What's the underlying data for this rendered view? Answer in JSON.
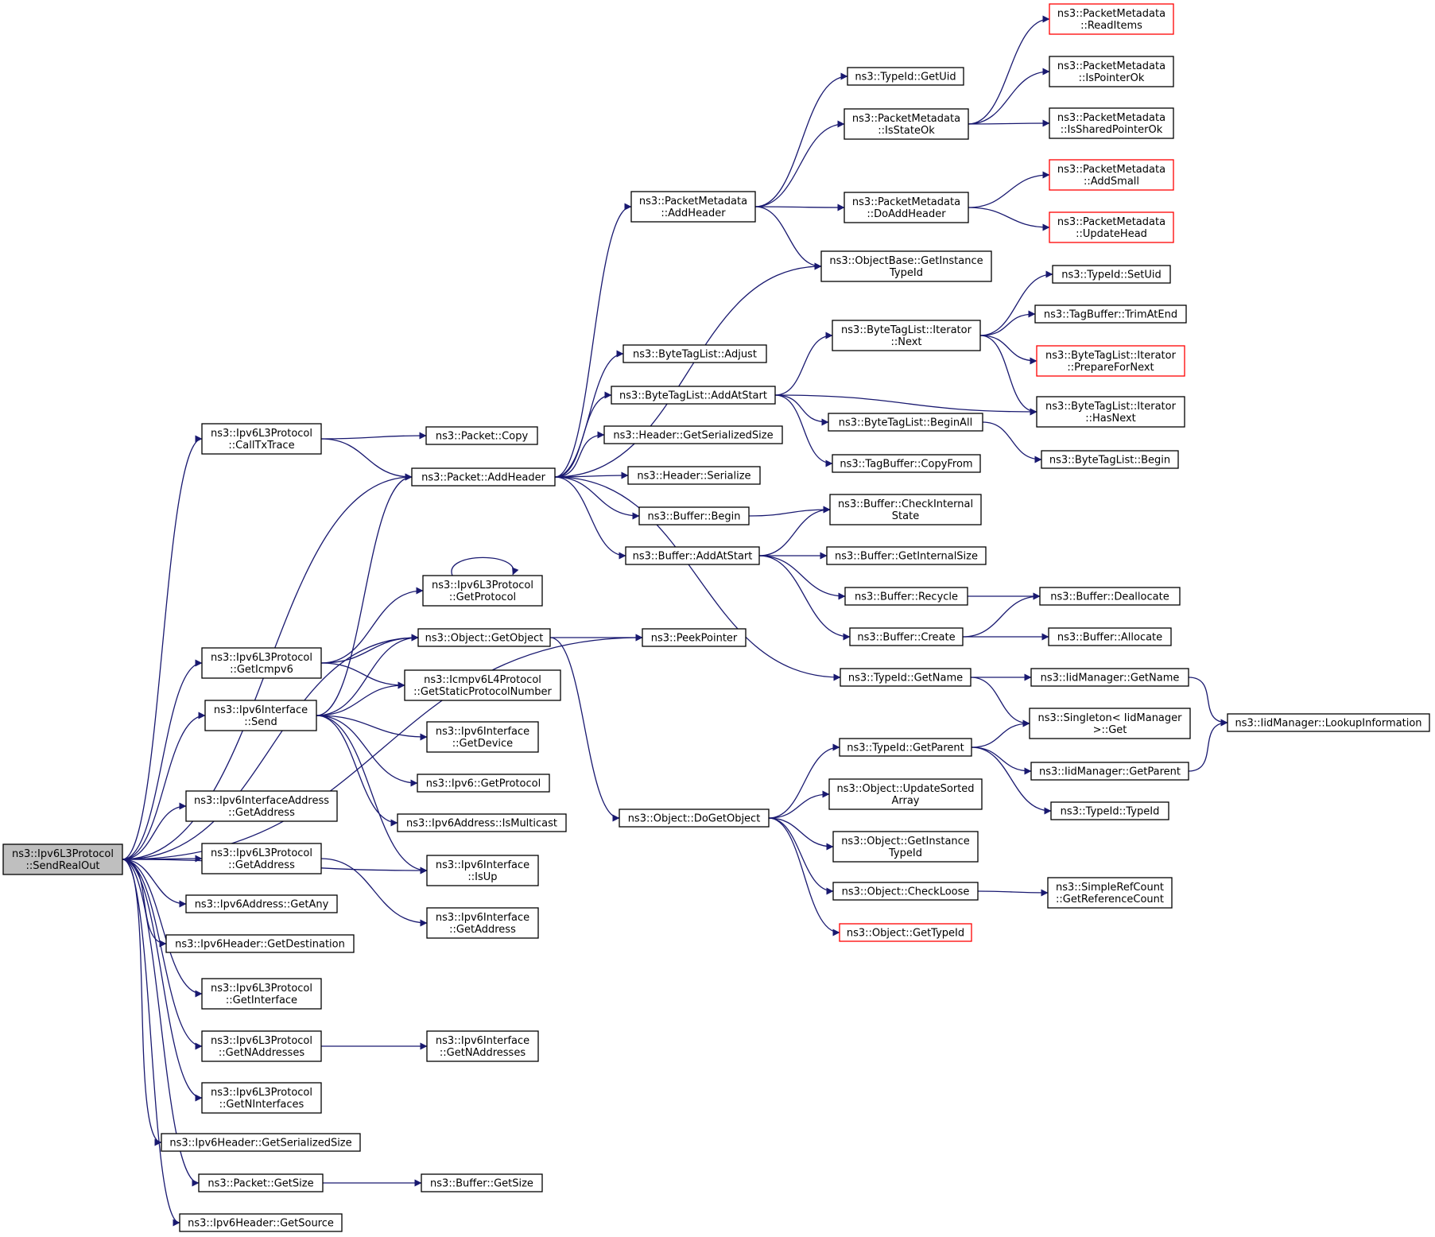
{
  "nodes": {
    "root": [
      "ns3::Ipv6L3Protocol",
      "::SendRealOut"
    ],
    "callTxTrace": [
      "ns3::Ipv6L3Protocol",
      "::CallTxTrace"
    ],
    "packetAddHeader": [
      "ns3::Packet::AddHeader"
    ],
    "packetCopy": [
      "ns3::Packet::Copy"
    ],
    "peekPointer": [
      "ns3::PeekPointer"
    ],
    "objectGetObject": [
      "ns3::Object::GetObject"
    ],
    "getProtocol": [
      "ns3::Ipv6L3Protocol",
      "::GetProtocol"
    ],
    "getIcmpv6": [
      "ns3::Ipv6L3Protocol",
      "::GetIcmpv6"
    ],
    "icmpStatic": [
      "ns3::Icmpv6L4Protocol",
      "::GetStaticProtocolNumber"
    ],
    "ifaceSend": [
      "ns3::Ipv6Interface",
      "::Send"
    ],
    "ifaceGetDevice": [
      "ns3::Ipv6Interface",
      "::GetDevice"
    ],
    "ipv6GetProtocol": [
      "ns3::Ipv6::GetProtocol"
    ],
    "ipv6IsMulticast": [
      "ns3::Ipv6Address::IsMulticast"
    ],
    "ifaceIsUp": [
      "ns3::Ipv6Interface",
      "::IsUp"
    ],
    "ifaceAddrGetAddress": [
      "ns3::Ipv6InterfaceAddress",
      "::GetAddress"
    ],
    "l3GetAddress": [
      "ns3::Ipv6L3Protocol",
      "::GetAddress"
    ],
    "ifaceGetAddress": [
      "ns3::Ipv6Interface",
      "::GetAddress"
    ],
    "addrGetAny": [
      "ns3::Ipv6Address::GetAny"
    ],
    "hdrGetDestination": [
      "ns3::Ipv6Header::GetDestination"
    ],
    "l3GetInterface": [
      "ns3::Ipv6L3Protocol",
      "::GetInterface"
    ],
    "l3GetNAddresses": [
      "ns3::Ipv6L3Protocol",
      "::GetNAddresses"
    ],
    "ifaceGetNAddresses": [
      "ns3::Ipv6Interface",
      "::GetNAddresses"
    ],
    "l3GetNInterfaces": [
      "ns3::Ipv6L3Protocol",
      "::GetNInterfaces"
    ],
    "hdrGetSerializedSize": [
      "ns3::Ipv6Header::GetSerializedSize"
    ],
    "packetGetSize": [
      "ns3::Packet::GetSize"
    ],
    "bufferGetSize": [
      "ns3::Buffer::GetSize"
    ],
    "hdrGetSource": [
      "ns3::Ipv6Header::GetSource"
    ],
    "pmAddHeader": [
      "ns3::PacketMetadata",
      "::AddHeader"
    ],
    "typeIdGetUid": [
      "ns3::TypeId::GetUid"
    ],
    "pmIsStateOk": [
      "ns3::PacketMetadata",
      "::IsStateOk"
    ],
    "pmReadItems": [
      "ns3::PacketMetadata",
      "::ReadItems"
    ],
    "pmIsPointerOk": [
      "ns3::PacketMetadata",
      "::IsPointerOk"
    ],
    "pmIsSharedPointerOk": [
      "ns3::PacketMetadata",
      "::IsSharedPointerOk"
    ],
    "pmDoAddHeader": [
      "ns3::PacketMetadata",
      "::DoAddHeader"
    ],
    "pmAddSmall": [
      "ns3::PacketMetadata",
      "::AddSmall"
    ],
    "pmUpdateHead": [
      "ns3::PacketMetadata",
      "::UpdateHead"
    ],
    "objBaseGetInstanceTypeId": [
      "ns3::ObjectBase::GetInstance",
      "TypeId"
    ],
    "btlAdjust": [
      "ns3::ByteTagList::Adjust"
    ],
    "btlAddAtStart": [
      "ns3::ByteTagList::AddAtStart"
    ],
    "btlIterNext": [
      "ns3::ByteTagList::Iterator",
      "::Next"
    ],
    "typeIdSetUid": [
      "ns3::TypeId::SetUid"
    ],
    "tagBufferTrimAtEnd": [
      "ns3::TagBuffer::TrimAtEnd"
    ],
    "btlIterPrepareForNext": [
      "ns3::ByteTagList::Iterator",
      "::PrepareForNext"
    ],
    "btlIterHasNext": [
      "ns3::ByteTagList::Iterator",
      "::HasNext"
    ],
    "btlBeginAll": [
      "ns3::ByteTagList::BeginAll"
    ],
    "btlBegin": [
      "ns3::ByteTagList::Begin"
    ],
    "tagBufferCopyFrom": [
      "ns3::TagBuffer::CopyFrom"
    ],
    "headerGetSerializedSize": [
      "ns3::Header::GetSerializedSize"
    ],
    "headerSerialize": [
      "ns3::Header::Serialize"
    ],
    "bufferBegin": [
      "ns3::Buffer::Begin"
    ],
    "bufferCheckInternalState": [
      "ns3::Buffer::CheckInternal",
      "State"
    ],
    "bufferAddAtStart": [
      "ns3::Buffer::AddAtStart"
    ],
    "bufferGetInternalSize": [
      "ns3::Buffer::GetInternalSize"
    ],
    "bufferRecycle": [
      "ns3::Buffer::Recycle"
    ],
    "bufferDeallocate": [
      "ns3::Buffer::Deallocate"
    ],
    "bufferCreate": [
      "ns3::Buffer::Create"
    ],
    "bufferAllocate": [
      "ns3::Buffer::Allocate"
    ],
    "typeIdGetName": [
      "ns3::TypeId::GetName"
    ],
    "iidGetName": [
      "ns3::IidManager::GetName"
    ],
    "iidLookup": [
      "ns3::IidManager::LookupInformation"
    ],
    "singletonGet": [
      "ns3::Singleton< IidManager",
      ">::Get"
    ],
    "typeIdGetParent": [
      "ns3::TypeId::GetParent"
    ],
    "iidGetParent": [
      "ns3::IidManager::GetParent"
    ],
    "typeIdTypeId": [
      "ns3::TypeId::TypeId"
    ],
    "objDoGetObject": [
      "ns3::Object::DoGetObject"
    ],
    "objUpdateSortedArray": [
      "ns3::Object::UpdateSorted",
      "Array"
    ],
    "objGetInstanceTypeId": [
      "ns3::Object::GetInstance",
      "TypeId"
    ],
    "objCheckLoose": [
      "ns3::Object::CheckLoose"
    ],
    "simpleRefCount": [
      "ns3::SimpleRefCount",
      "::GetReferenceCount"
    ],
    "objGetTypeId": [
      "ns3::Object::GetTypeId"
    ]
  }
}
